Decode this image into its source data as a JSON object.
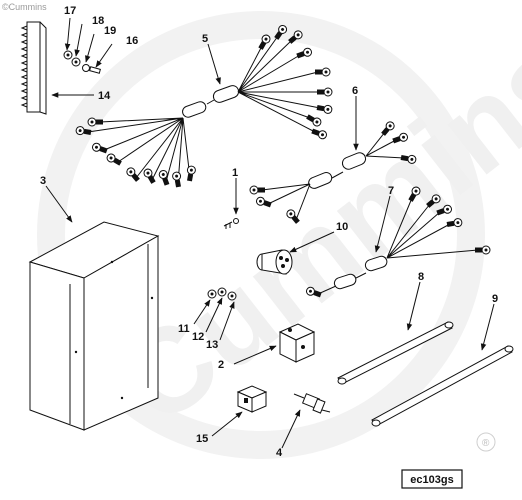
{
  "watermark": {
    "copyright": "©Cummins",
    "brand": "Cummins",
    "registered": "®"
  },
  "figure_code": "ec103gs",
  "callouts": [
    {
      "id": "c1",
      "text": "1"
    },
    {
      "id": "c2",
      "text": "2"
    },
    {
      "id": "c3",
      "text": "3"
    },
    {
      "id": "c4",
      "text": "4"
    },
    {
      "id": "c5",
      "text": "5"
    },
    {
      "id": "c6",
      "text": "6"
    },
    {
      "id": "c7",
      "text": "7"
    },
    {
      "id": "c8",
      "text": "8"
    },
    {
      "id": "c9",
      "text": "9"
    },
    {
      "id": "c10",
      "text": "10"
    },
    {
      "id": "c11",
      "text": "11"
    },
    {
      "id": "c12",
      "text": "12"
    },
    {
      "id": "c13",
      "text": "13"
    },
    {
      "id": "c14",
      "text": "14"
    },
    {
      "id": "c15",
      "text": "15"
    },
    {
      "id": "c16",
      "text": "16"
    },
    {
      "id": "c17",
      "text": "17"
    },
    {
      "id": "c18",
      "text": "18"
    },
    {
      "id": "c19",
      "text": "19"
    }
  ]
}
